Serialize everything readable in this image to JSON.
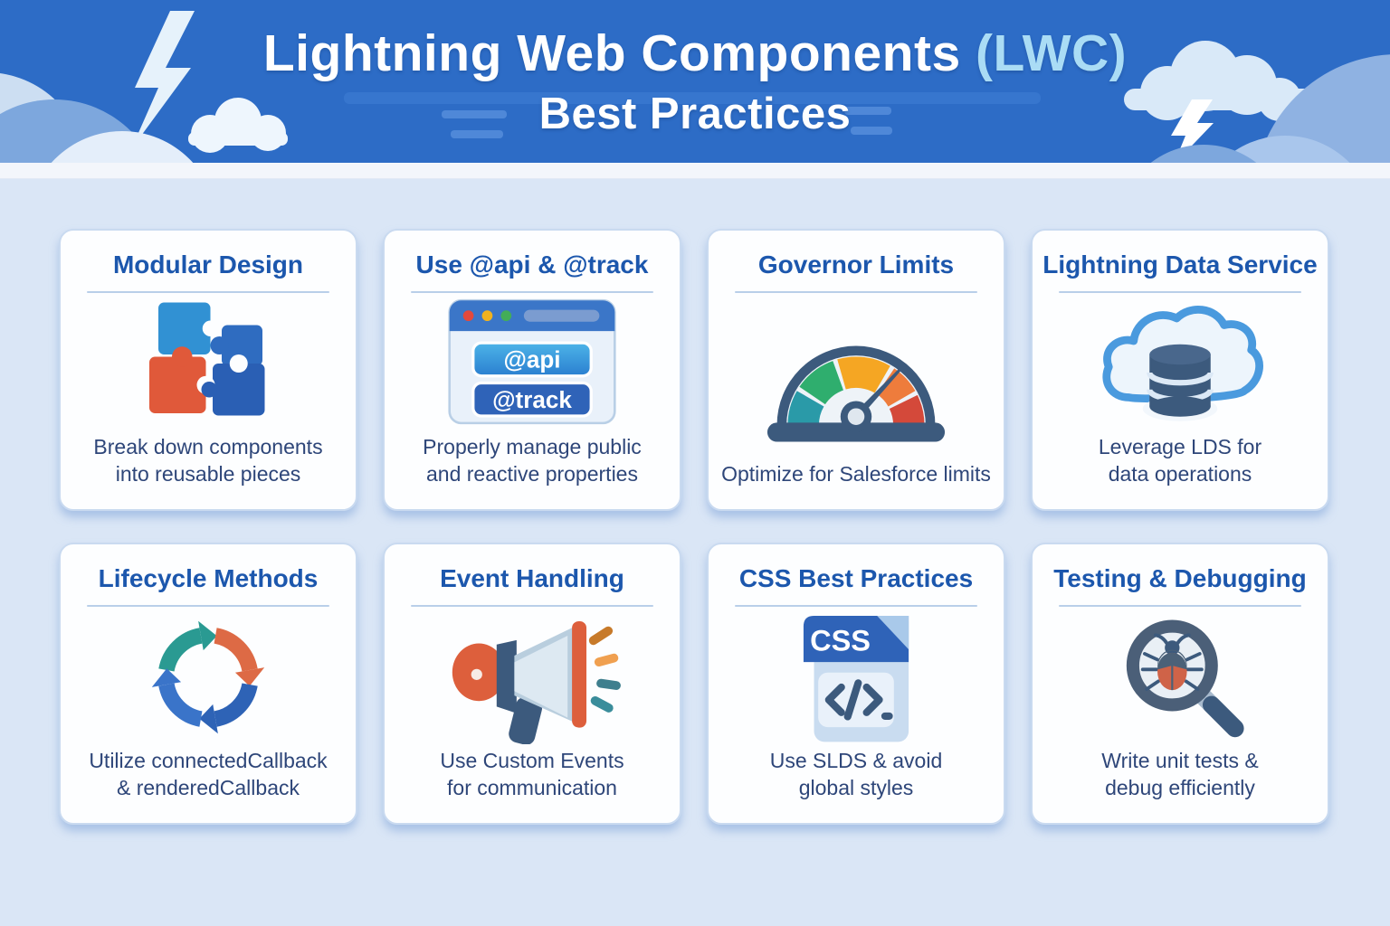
{
  "header": {
    "title_line1_main": "Lightning Web Components ",
    "title_line1_accent": "(LWC)",
    "title_line2": "Best Practices"
  },
  "cards": [
    {
      "title": "Modular Design",
      "icon": "puzzle-icon",
      "description": "Break down components\ninto reusable pieces"
    },
    {
      "title": "Use @api & @track",
      "icon": "browser-window-icon",
      "description": "Properly manage public\nand reactive properties",
      "badges": [
        "@api",
        "@track"
      ]
    },
    {
      "title": "Governor Limits",
      "icon": "gauge-icon",
      "description": "Optimize for Salesforce limits"
    },
    {
      "title": "Lightning Data Service",
      "icon": "cloud-database-icon",
      "description": "Leverage LDS for\ndata operations"
    },
    {
      "title": "Lifecycle Methods",
      "icon": "cycle-arrows-icon",
      "description": "Utilize connectedCallback\n& renderedCallback"
    },
    {
      "title": "Event Handling",
      "icon": "megaphone-icon",
      "description": "Use Custom Events\nfor communication"
    },
    {
      "title": "CSS Best Practices",
      "icon": "css-file-icon",
      "description": "Use SLDS & avoid\nglobal styles",
      "file_label": "CSS"
    },
    {
      "title": "Testing & Debugging",
      "icon": "magnifier-bug-icon",
      "description": "Write unit tests &\ndebug efficiently"
    }
  ],
  "colors": {
    "header_bg": "#2d6cc6",
    "header_accent_text": "#aadcf5",
    "background": "#dae6f6",
    "card_title": "#1c57ad",
    "card_text": "#2e4679",
    "gauge_segments": [
      "#2a9aa8",
      "#2fae6e",
      "#f5a623",
      "#ee7c3c",
      "#d4493a"
    ],
    "cycle_arrows": [
      "#2a9a92",
      "#dd6a45",
      "#2e63b6",
      "#3a74c9"
    ],
    "puzzle_pieces": [
      "#3191d3",
      "#2f6cc0",
      "#2a5fb4",
      "#e0593a"
    ]
  }
}
